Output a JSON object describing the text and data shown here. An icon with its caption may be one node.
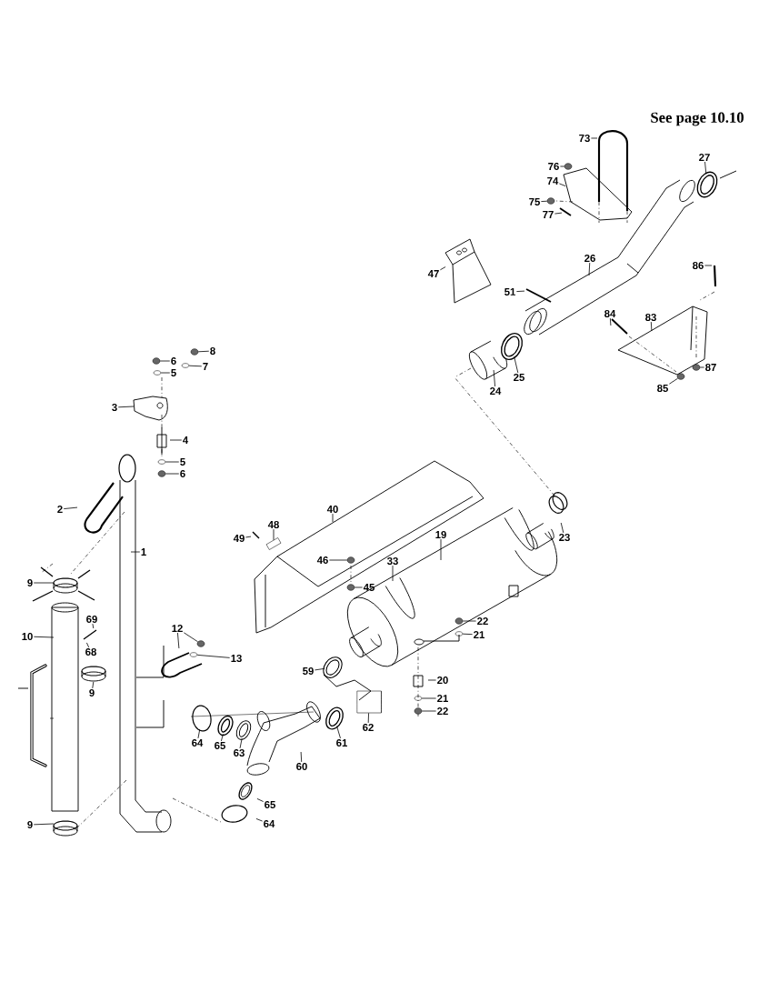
{
  "diagram": {
    "nodes": [
      {
        "text": [
          "73"
        ]
      },
      {
        "text": [
          "27"
        ]
      },
      {
        "text": [
          "76"
        ]
      },
      {
        "text": [
          "74"
        ]
      },
      {
        "text": [
          "75"
        ]
      },
      {
        "text": [
          "77"
        ]
      },
      {
        "text": [
          "26"
        ]
      },
      {
        "text": [
          "86"
        ]
      },
      {
        "text": [
          "47"
        ]
      },
      {
        "text": [
          "51"
        ]
      },
      {
        "text": [
          "84"
        ]
      },
      {
        "text": [
          "83"
        ]
      },
      {
        "text": [
          "8"
        ]
      },
      {
        "text": [
          "6"
        ]
      },
      {
        "text": [
          "7"
        ]
      },
      {
        "text": [
          "87"
        ]
      },
      {
        "text": [
          "5"
        ]
      },
      {
        "text": [
          "25"
        ]
      },
      {
        "text": [
          "85"
        ]
      },
      {
        "text": [
          "24"
        ]
      },
      {
        "text": [
          "3"
        ]
      },
      {
        "text": [
          "4"
        ]
      },
      {
        "text": [
          "5"
        ]
      },
      {
        "text": [
          "6"
        ]
      },
      {
        "text": [
          "2"
        ]
      },
      {
        "text": [
          "40"
        ]
      },
      {
        "text": [
          "48"
        ]
      },
      {
        "text": [
          "19"
        ]
      },
      {
        "text": [
          "23"
        ]
      },
      {
        "text": [
          "49"
        ]
      },
      {
        "text": [
          "1"
        ]
      },
      {
        "text": [
          "46"
        ]
      },
      {
        "text": [
          "33"
        ]
      },
      {
        "text": [
          "9"
        ]
      },
      {
        "text": [
          "45"
        ]
      },
      {
        "text": [
          "69"
        ]
      },
      {
        "text": [
          "22"
        ]
      },
      {
        "text": [
          "12"
        ]
      },
      {
        "text": [
          "21"
        ]
      },
      {
        "text": [
          "10"
        ]
      },
      {
        "text": [
          "68"
        ]
      },
      {
        "text": [
          "13"
        ]
      },
      {
        "text": [
          "59"
        ]
      },
      {
        "text": [
          "20"
        ]
      },
      {
        "text": [
          "9"
        ]
      },
      {
        "text": [
          "21"
        ]
      },
      {
        "text": [
          "22"
        ]
      },
      {
        "text": [
          "62"
        ]
      },
      {
        "text": [
          "64"
        ]
      },
      {
        "text": [
          "61"
        ]
      },
      {
        "text": [
          "65"
        ]
      },
      {
        "text": [
          "63"
        ]
      },
      {
        "text": [
          "60"
        ]
      },
      {
        "text": [
          "65"
        ]
      },
      {
        "text": [
          "64"
        ]
      },
      {
        "text": [
          "9"
        ]
      },
      {
        "text": [],
        "shape": "circle"
      },
      {
        "text": [],
        "shape": "circle"
      },
      {
        "text": [],
        "shape": "circle"
      },
      {
        "text": [],
        "shape": "circle"
      },
      {
        "text": [],
        "shape": "circle"
      },
      {
        "text": [],
        "shape": "circle"
      },
      {
        "text": [],
        "shape": "circle"
      },
      {
        "text": [],
        "shape": "circle"
      },
      {
        "text": [],
        "shape": "circle"
      },
      {
        "text": [],
        "shape": "circle"
      },
      {
        "text": [],
        "shape": "circle"
      },
      {
        "text": [],
        "shape": "box"
      },
      {
        "text": [],
        "shape": "circle"
      },
      {
        "text": [],
        "shape": "circle"
      },
      {
        "text": [],
        "shape": "circle"
      },
      {
        "text": [],
        "shape": "circle"
      },
      {
        "text": [],
        "shape": "circle"
      },
      {
        "text": [],
        "shape": "circle"
      },
      {
        "text": [],
        "shape": "circle"
      },
      {
        "text": [],
        "shape": "circle"
      },
      {
        "text": [],
        "shape": "circle"
      },
      {
        "text": [],
        "shape": "circle"
      },
      {
        "text": [],
        "shape": "cylinder"
      },
      {
        "text": [],
        "shape": "circle"
      },
      {
        "text": [],
        "shape": "circle"
      },
      {
        "text": [],
        "shape": "circle"
      }
    ],
    "edges": [
      {
        "from": 0,
        "to": null,
        "arrow": "none"
      },
      {
        "from": 1,
        "to": 74,
        "arrow": "none"
      },
      {
        "from": 2,
        "to": 56,
        "arrow": "none"
      },
      {
        "from": 3,
        "to": null,
        "arrow": "none"
      },
      {
        "from": 4,
        "to": 57,
        "arrow": "none"
      },
      {
        "from": 5,
        "to": null,
        "arrow": "none"
      },
      {
        "from": 6,
        "to": null,
        "arrow": "none"
      },
      {
        "from": 7,
        "to": null,
        "arrow": "none"
      },
      {
        "from": 8,
        "to": null,
        "arrow": "none"
      },
      {
        "from": 9,
        "to": null,
        "arrow": "none"
      },
      {
        "from": 10,
        "to": null,
        "arrow": "none"
      },
      {
        "from": 11,
        "to": null,
        "arrow": "none"
      },
      {
        "from": 12,
        "to": 58,
        "arrow": "none"
      },
      {
        "from": 13,
        "to": 59,
        "arrow": "none"
      },
      {
        "from": 14,
        "to": 60,
        "arrow": "none"
      },
      {
        "from": 15,
        "to": 61,
        "arrow": "none"
      },
      {
        "from": 16,
        "to": 62,
        "arrow": "none"
      },
      {
        "from": 17,
        "to": 63,
        "arrow": "none"
      },
      {
        "from": 18,
        "to": 64,
        "arrow": "none"
      },
      {
        "from": 19,
        "to": null,
        "arrow": "none"
      },
      {
        "from": 20,
        "to": null,
        "arrow": "none"
      },
      {
        "from": 21,
        "to": null,
        "arrow": "none"
      },
      {
        "from": 22,
        "to": 65,
        "arrow": "none"
      },
      {
        "from": 23,
        "to": 66,
        "arrow": "none"
      },
      {
        "from": 24,
        "to": null,
        "arrow": "none"
      },
      {
        "from": 25,
        "to": null,
        "arrow": "none"
      },
      {
        "from": 26,
        "to": 67,
        "arrow": "none"
      },
      {
        "from": 27,
        "to": null,
        "arrow": "none"
      },
      {
        "from": 28,
        "to": null,
        "arrow": "none"
      },
      {
        "from": 29,
        "to": null,
        "arrow": "none"
      },
      {
        "from": 30,
        "to": null,
        "arrow": "none"
      },
      {
        "from": 31,
        "to": 68,
        "arrow": "none"
      },
      {
        "from": 32,
        "to": null,
        "arrow": "none"
      },
      {
        "from": 33,
        "to": null,
        "arrow": "none"
      },
      {
        "from": 34,
        "to": 69,
        "arrow": "none"
      },
      {
        "from": 35,
        "to": null,
        "arrow": "none"
      },
      {
        "from": 36,
        "to": 70,
        "arrow": "none"
      },
      {
        "from": 37,
        "to": null,
        "arrow": "none"
      },
      {
        "from": 37,
        "to": 75,
        "arrow": "none"
      },
      {
        "from": 38,
        "to": 71,
        "arrow": "none"
      },
      {
        "from": 39,
        "to": null,
        "arrow": "none"
      },
      {
        "from": 40,
        "to": null,
        "arrow": "none"
      },
      {
        "from": 41,
        "to": 76,
        "arrow": "none"
      },
      {
        "from": 42,
        "to": 77,
        "arrow": "none"
      },
      {
        "from": 43,
        "to": null,
        "arrow": "none"
      },
      {
        "from": 44,
        "to": null,
        "arrow": "none"
      },
      {
        "from": 45,
        "to": 72,
        "arrow": "none"
      },
      {
        "from": 46,
        "to": 73,
        "arrow": "none"
      },
      {
        "from": 47,
        "to": 78,
        "arrow": "none"
      },
      {
        "from": 48,
        "to": null,
        "arrow": "none"
      },
      {
        "from": 49,
        "to": 79,
        "arrow": "none"
      },
      {
        "from": 50,
        "to": 80,
        "arrow": "none"
      },
      {
        "from": 51,
        "to": 81,
        "arrow": "none"
      },
      {
        "from": 52,
        "to": null,
        "arrow": "none"
      },
      {
        "from": 53,
        "to": null,
        "arrow": "none"
      },
      {
        "from": 54,
        "to": null,
        "arrow": "none"
      },
      {
        "from": 55,
        "to": null,
        "arrow": "none"
      }
    ],
    "labels": [
      "See page 10.10"
    ]
  }
}
